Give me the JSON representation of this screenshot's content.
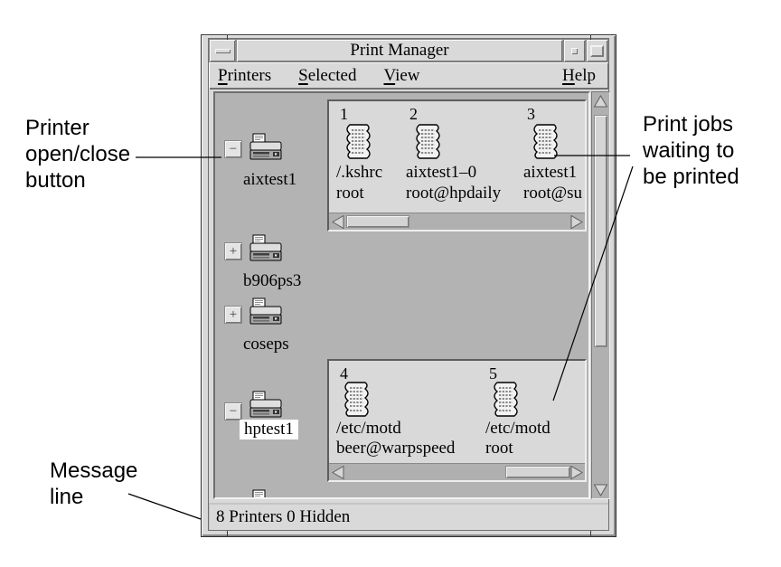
{
  "window": {
    "title": "Print Manager",
    "menu": [
      {
        "mnemonic": "P",
        "rest": "rinters"
      },
      {
        "mnemonic": "S",
        "rest": "elected"
      },
      {
        "mnemonic": "V",
        "rest": "iew"
      }
    ],
    "help": {
      "mnemonic": "H",
      "rest": "elp"
    }
  },
  "printers": [
    {
      "name": "aixtest1",
      "state": "open",
      "toggle_glyph": "−",
      "selected": false
    },
    {
      "name": "b906ps3",
      "state": "closed",
      "toggle_glyph": "+",
      "selected": false
    },
    {
      "name": "coseps",
      "state": "closed",
      "toggle_glyph": "+",
      "selected": false
    },
    {
      "name": "hptest1",
      "state": "open",
      "toggle_glyph": "−",
      "selected": true
    }
  ],
  "job_panels": [
    {
      "printer": "aixtest1",
      "jobs": [
        {
          "number": "1",
          "file": "/.kshrc",
          "owner": "root"
        },
        {
          "number": "2",
          "file": "aixtest1–0",
          "owner": "root@hpdaily"
        },
        {
          "number": "3",
          "file": "aixtest1",
          "owner": "root@su"
        }
      ]
    },
    {
      "printer": "hptest1",
      "jobs": [
        {
          "number": "4",
          "file": "/etc/motd",
          "owner": "beer@warpspeed"
        },
        {
          "number": "5",
          "file": "/etc/motd",
          "owner": "root"
        }
      ]
    }
  ],
  "status_bar": {
    "message": "8 Printers 0 Hidden"
  },
  "annotations": {
    "printer_toggle": "Printer\nopen/close\nbutton",
    "print_jobs": "Print jobs\nwaiting to\nbe printed",
    "message_line": "Message\nline"
  },
  "icons": {
    "printer": "printer-icon",
    "document": "print-job-document-icon",
    "window_menu": "window-menu-bar-icon",
    "minimize": "minimize-dot-icon",
    "maximize": "maximize-square-icon"
  },
  "colors": {
    "chrome": "#d9d9d9",
    "canvas": "#b3b3b3",
    "panel": "#d9d9d9",
    "selected_bg": "#ffffff",
    "text": "#000000"
  }
}
